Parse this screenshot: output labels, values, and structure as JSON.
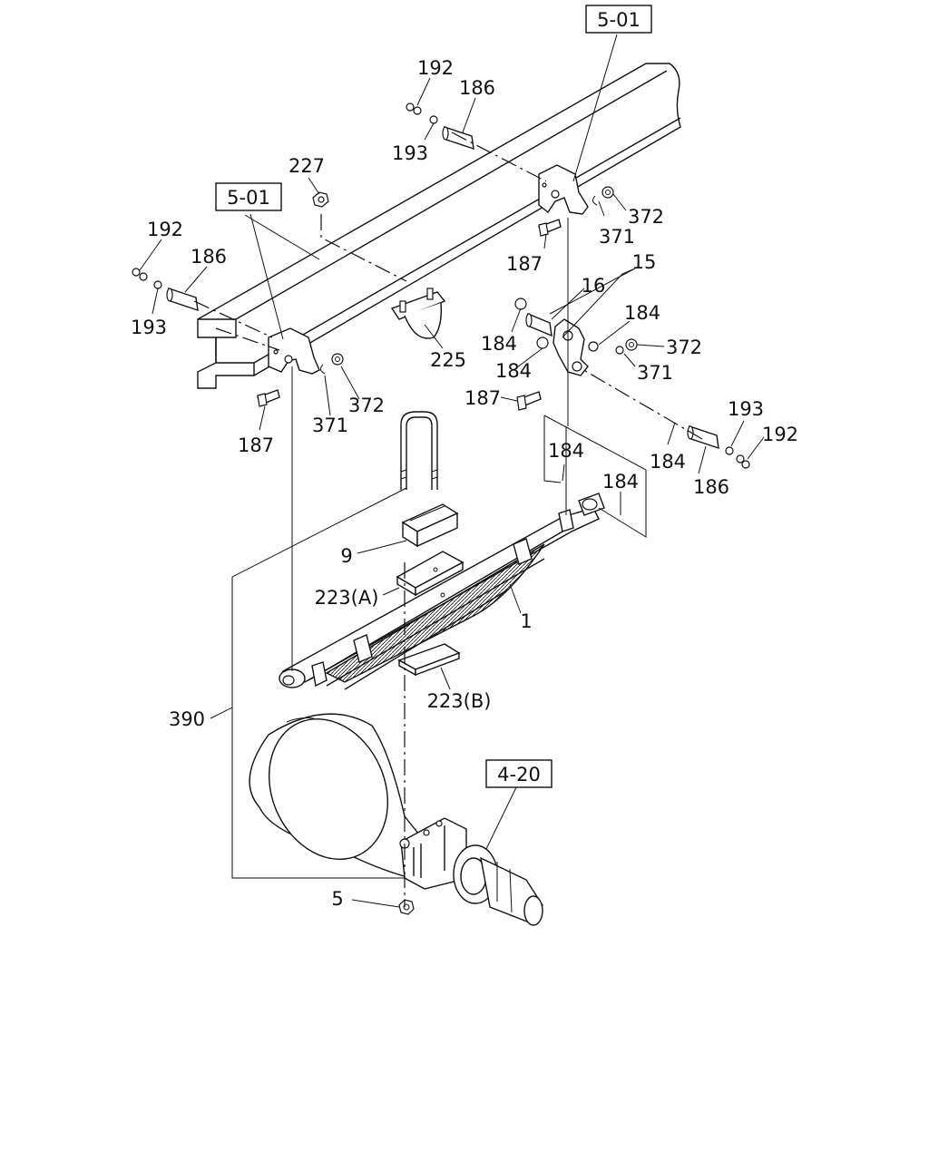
{
  "references": [
    {
      "id": "ref-5-01-top",
      "text": "5-01"
    },
    {
      "id": "ref-5-01-left",
      "text": "5-01"
    },
    {
      "id": "ref-4-20",
      "text": "4-20"
    }
  ],
  "labels": {
    "l192a": "192",
    "l186a": "186",
    "l193a": "193",
    "l227": "227",
    "l192b": "192",
    "l186b": "186",
    "l193b": "193",
    "l372a": "372",
    "l371a": "371",
    "l187a": "187",
    "l15": "15",
    "l16": "16",
    "l184a": "184",
    "l184b": "184",
    "l184c": "184",
    "l372b": "372",
    "l371b": "371",
    "l187b": "187",
    "l225": "225",
    "l371c": "371",
    "l372c": "372",
    "l187c": "187",
    "l193c": "193",
    "l192c": "192",
    "l184d": "184",
    "l184e": "184",
    "l186c": "186",
    "l184f": "184",
    "l9": "9",
    "l223a": "223(A)",
    "l1": "1",
    "l223b": "223(B)",
    "l390": "390",
    "l5": "5"
  }
}
